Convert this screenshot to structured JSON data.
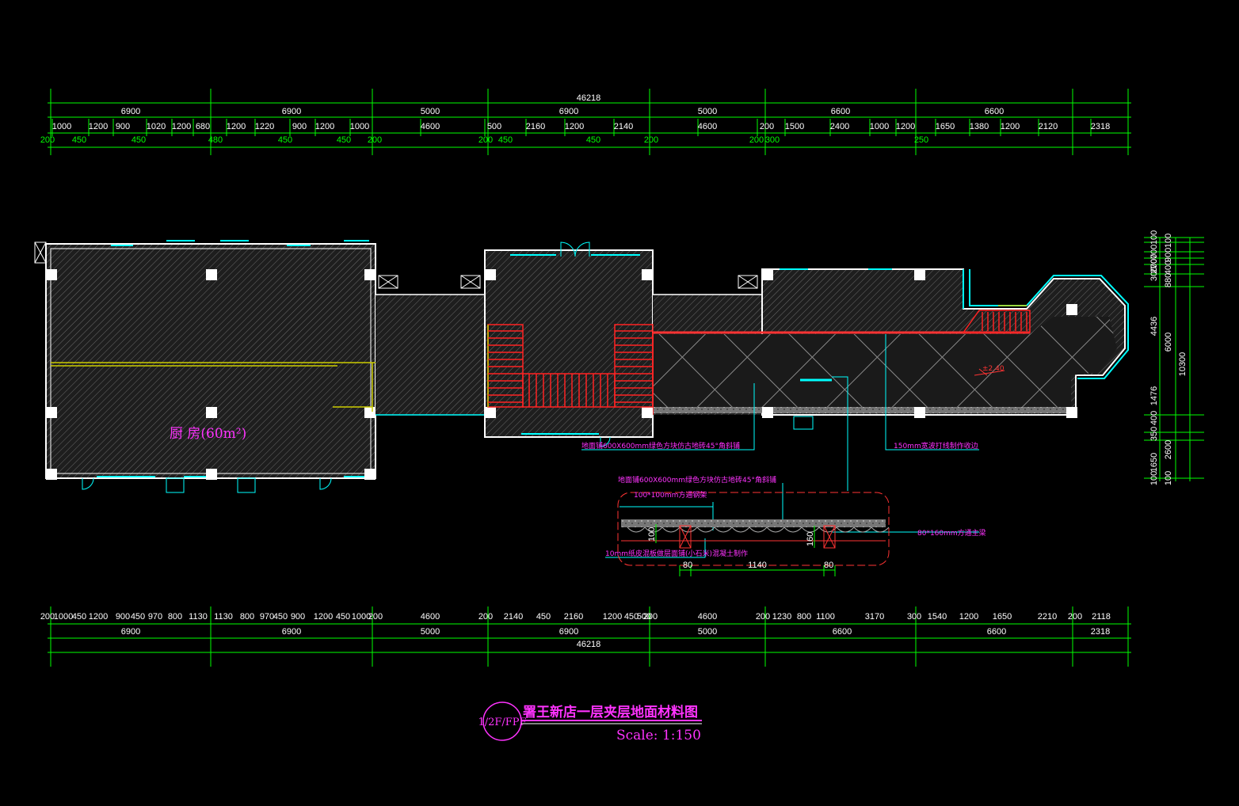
{
  "title": {
    "main": "署王新店一层夹层地面材料图",
    "scale": "Scale: 1:150",
    "badge": "1/2F/FPF"
  },
  "room_label": "厨 房(60m²)",
  "elevation_mark": "±2.40",
  "annotations": {
    "floor_tile_upper": "地面铺600X600mm绿色方块仿古地砖45°角斜铺",
    "floor_tile_section": "地面铺600X600mm绿色方块仿古地砖45°角斜铺",
    "edge_trim": "150mm宽波打线制作收边",
    "steel_tube": "100*100mm方通钢架",
    "main_beam": "80*160mm方通主梁",
    "cement_board": "10mm纸皮混板做层面铺(小石米)混凝土制作"
  },
  "section_dims": [
    "80",
    "1140",
    "80",
    "100",
    "160"
  ],
  "top_dims": {
    "overall": "46218",
    "row1": [
      "6900",
      "6900",
      "5000",
      "6900",
      "5000",
      "6600",
      "6600"
    ],
    "row2": [
      "1000",
      "1200",
      "900",
      "1020",
      "1200",
      "680",
      "1200",
      "1220",
      "900",
      "1200",
      "1000",
      "4600",
      "500",
      "2160",
      "1200",
      "2140",
      "4600",
      "200",
      "1500",
      "2400",
      "1000",
      "1200",
      "1650",
      "1380",
      "1200",
      "2120",
      "2318"
    ],
    "row3": [
      "200",
      "450",
      "450",
      "480",
      "450",
      "450",
      "200",
      "200",
      "450",
      "450",
      "200",
      "200",
      "300",
      "250"
    ]
  },
  "bottom_dims": {
    "row1": [
      "200",
      "1000",
      "450",
      "1200",
      "900",
      "450",
      "970",
      "800",
      "1130",
      "1130",
      "800",
      "970",
      "450",
      "900",
      "1200",
      "450",
      "1000",
      "200",
      "4600",
      "200",
      "2140",
      "450",
      "2160",
      "1200",
      "450",
      "200",
      "500",
      "4600",
      "200",
      "1230",
      "800",
      "1100",
      "3170",
      "300",
      "1540",
      "1200",
      "1650",
      "2210",
      "200",
      "2118"
    ],
    "row2": [
      "6900",
      "6900",
      "5000",
      "6900",
      "5000",
      "6600",
      "6600",
      "2318"
    ],
    "overall": "46218"
  },
  "right_dims": {
    "col1": [
      "200",
      "100",
      "700",
      "700",
      "300",
      "4436",
      "1476",
      "350",
      "400",
      "1650",
      "100"
    ],
    "col2": [
      "100",
      "900",
      "400",
      "880",
      "6000",
      "2600",
      "100"
    ],
    "col3": [
      "10300"
    ]
  },
  "colors": {
    "background": "#000000",
    "dimension_line": "#00ff00",
    "dimension_text": "#ffffff",
    "wall": "#ffffff",
    "window": "#00ffff",
    "stair": "#ff0000",
    "annotation": "#ff33ff",
    "leader": "#00ffff"
  }
}
